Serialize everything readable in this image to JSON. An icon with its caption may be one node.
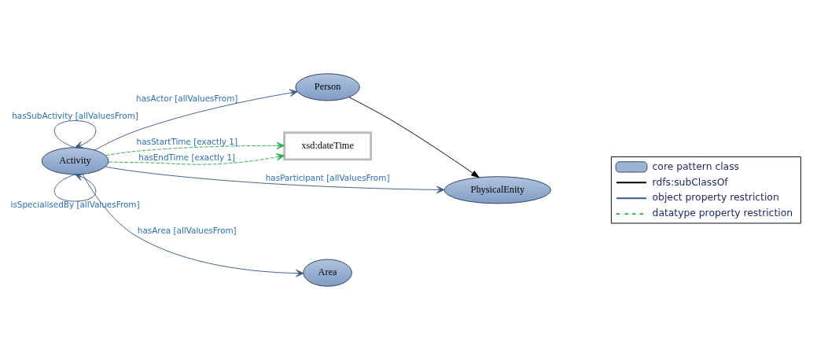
{
  "diagram": {
    "nodes": [
      {
        "text": [
          "Person"
        ]
      },
      {
        "text": [
          "xsd:dateTime"
        ]
      },
      {
        "text": [
          "Activity"
        ]
      },
      {
        "text": [
          "PhysicalEnity"
        ]
      },
      {
        "text": [
          "Area"
        ]
      }
    ],
    "edges": [
      {
        "from": 2,
        "to": 0,
        "arrow": "to",
        "label": "hasActor [allValuesFrom]"
      },
      {
        "from": 2,
        "to": 1,
        "arrow": "to",
        "label": "hasStartTime [exactly 1]",
        "style": "dashed",
        "color": "#22b14c"
      },
      {
        "from": 2,
        "to": 2,
        "arrow": "to",
        "label": "hasSubActivity [allValuesFrom]"
      },
      {
        "from": 2,
        "to": 3,
        "arrow": "to",
        "label": "hasParticipant [allValuesFrom]"
      },
      {
        "from": 2,
        "to": 1,
        "arrow": "to",
        "label": "hasEndTime [exactly 1]",
        "style": "dashed",
        "color": "#22b14c"
      },
      {
        "from": 2,
        "to": 2,
        "arrow": "to",
        "label": "isSpecialisedBy [allValuesFrom]"
      },
      {
        "from": 0,
        "to": 3,
        "arrow": "to",
        "color": "#000000"
      },
      {
        "from": 2,
        "to": 4,
        "arrow": "to",
        "label": "hasArea [allValuesFrom]"
      }
    ],
    "legend": [
      {
        "text": "core pattern class"
      },
      {
        "text": "rdfs:subClassOf"
      },
      {
        "text": "object property restriction"
      },
      {
        "text": "datatype property restriction"
      }
    ]
  }
}
